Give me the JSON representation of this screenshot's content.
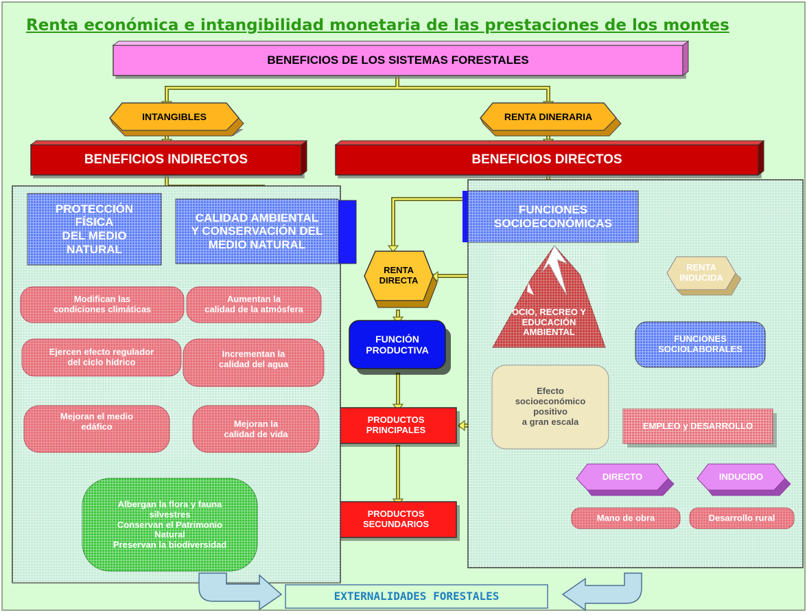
{
  "title": "Renta económica e intangibilidad monetaria de las prestaciones de los montes",
  "top": "BENEFICIOS DE LOS SISTEMAS FORESTALES",
  "intangibles": "INTANGIBLES",
  "renta_dineraria": "RENTA DINERARIA",
  "indirectos": {
    "title": "BENEFICIOS INDIRECTOS",
    "proteccion": "PROTECCIÓN\nFÍSICA\nDEL MEDIO\nNATURAL",
    "calidad": "CALIDAD AMBIENTAL\nY CONSERVACIÓN DEL\nMEDIO NATURAL",
    "left_items": [
      "Modifican las\ncondiciones climáticas",
      "Ejercen efecto regulador\ndel ciclo hídrico",
      "Mejoran el medio\nedáfico"
    ],
    "right_items": [
      "Aumentan la\ncalidad de la atmósfera",
      "Incrementan la\ncalidad del agua",
      "Mejoran la\ncalidad de vida"
    ],
    "green": "Albergan la flora y fauna\nsilvestres\nConservan el Patrimonio\nNatural\nPreservan la biodiversidad"
  },
  "directos": {
    "title": "BENEFICIOS DIRECTOS",
    "funciones_socio": "FUNCIONES\nSOCIOECONÓMICAS",
    "renta_directa": "RENTA\nDIRECTA",
    "funcion_productiva": "FUNCIÓN\nPRODUCTIVA",
    "productos_principales": "PRODUCTOS\nPRINCIPALES",
    "productos_secundarios": "PRODUCTOS\nSECUNDARIOS",
    "ocio": "OCIO, RECREO Y\nEDUCACIÓN\nAMBIENTAL",
    "renta_inducida": "RENTA\nINDUCIDA",
    "funciones_laborales": "FUNCIONES\nSOCIOLABORALES",
    "efecto": "Efecto\nsocioeconómico\npositivo\na gran escala",
    "empleo": "EMPLEO y DESARROLLO",
    "directo": "DIRECTO",
    "inducido": "INDUCIDO",
    "mano_obra": "Mano de obra",
    "desarrollo_rural": "Desarrollo rural"
  },
  "externalidades": "EXTERNALIDADES FORESTALES",
  "colors": {
    "background": "#d8fcd4",
    "pink": "#ff88ee",
    "orange": "#ffb61e",
    "dark_red": "#cc0000",
    "blue": "#5b7df5",
    "red_rounded": "#e8707a",
    "green": "#3cc63c",
    "title_green": "#2a9a14",
    "product_red": "#ff2222",
    "violet": "#e68cf5",
    "yellow_line": "#f4f46a"
  }
}
